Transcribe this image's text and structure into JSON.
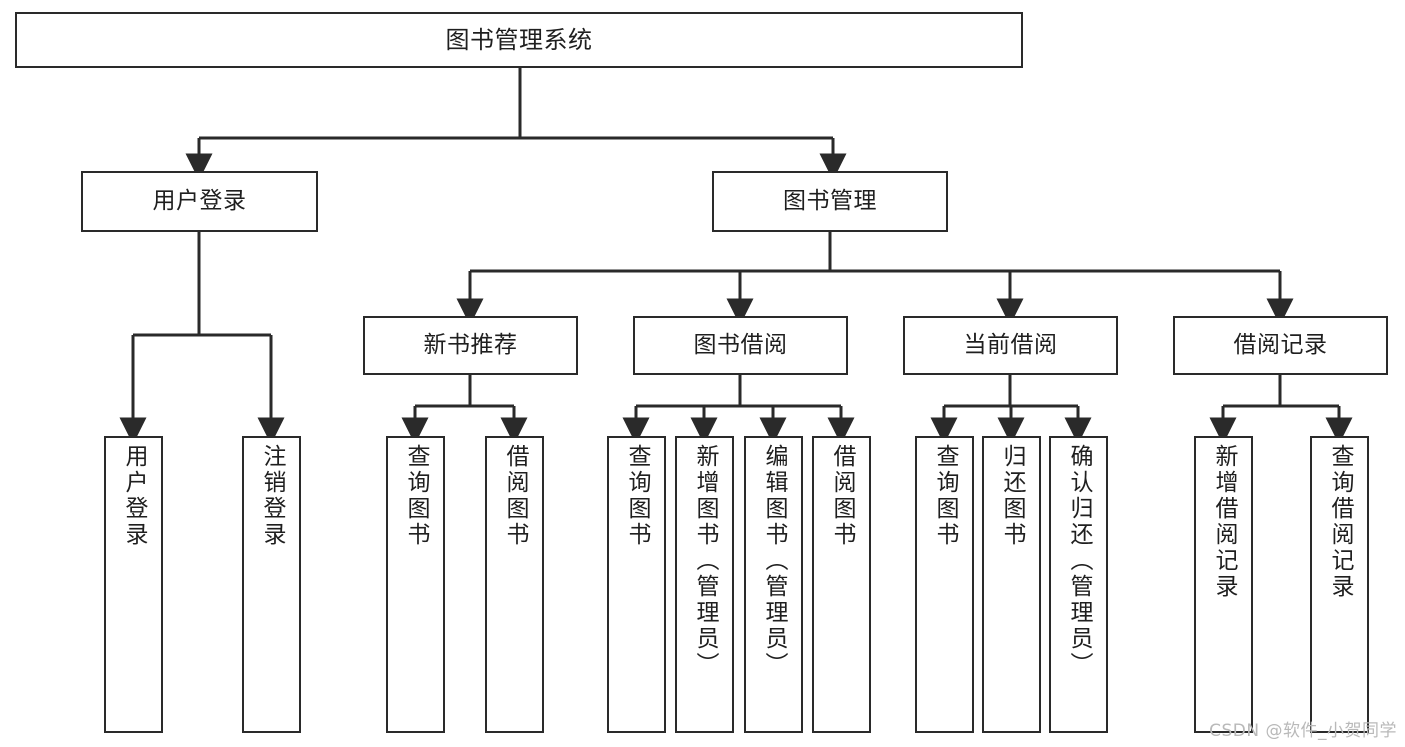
{
  "diagram": {
    "title": "图书管理系统",
    "watermark": "CSDN @软件_小贺同学",
    "stroke_color": "#2a2a2a",
    "background_color": "#ffffff",
    "text_color": "#1f1f1f",
    "watermark_color": "#b9b9b9"
  },
  "nodes": {
    "root": {
      "label": "图书管理系统"
    },
    "level2": [
      {
        "label": "用户登录"
      },
      {
        "label": "图书管理"
      }
    ],
    "level3": [
      {
        "label": "新书推荐"
      },
      {
        "label": "图书借阅"
      },
      {
        "label": "当前借阅"
      },
      {
        "label": "借阅记录"
      }
    ],
    "leaves": {
      "user_login": [
        {
          "label": "用户登录"
        },
        {
          "label": "注销登录"
        }
      ],
      "new_book_recommend": [
        {
          "label": "查询图书"
        },
        {
          "label": "借阅图书"
        }
      ],
      "book_borrow": [
        {
          "label": "查询图书"
        },
        {
          "label": "新增图书（管理员）"
        },
        {
          "label": "编辑图书（管理员）"
        },
        {
          "label": "借阅图书"
        }
      ],
      "current_borrow": [
        {
          "label": "查询图书"
        },
        {
          "label": "归还图书"
        },
        {
          "label": "确认归还（管理员）"
        }
      ],
      "borrow_record": [
        {
          "label": "新增借阅记录"
        },
        {
          "label": "查询借阅记录"
        }
      ]
    }
  }
}
